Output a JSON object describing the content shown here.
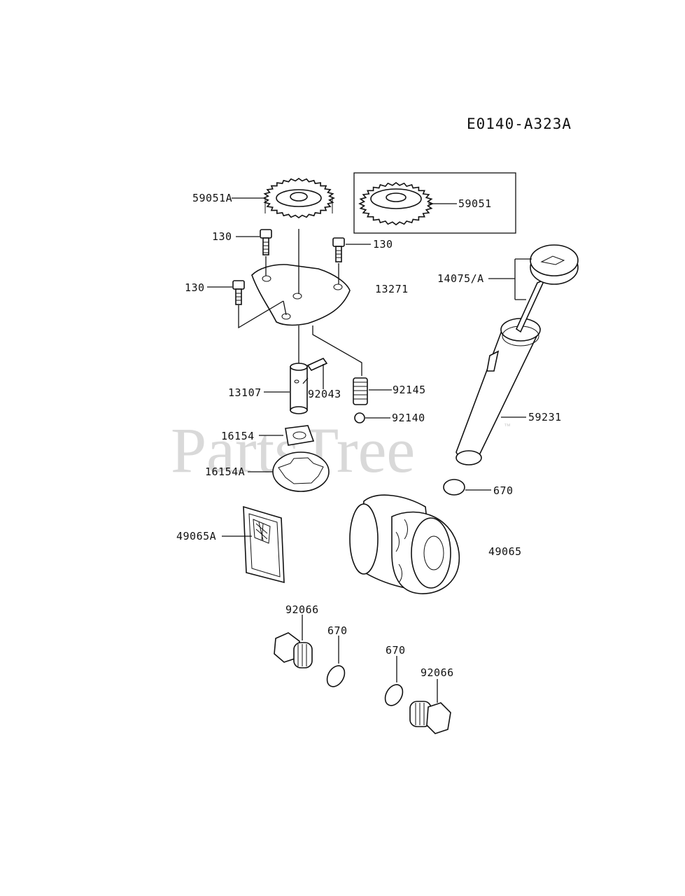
{
  "diagram_code": "E0140-A323A",
  "watermark": "PartsTree",
  "watermark_tm": "™",
  "parts": [
    {
      "id": "p59051a",
      "label": "59051A"
    },
    {
      "id": "p59051",
      "label": "59051"
    },
    {
      "id": "p130a",
      "label": "130"
    },
    {
      "id": "p130b",
      "label": "130"
    },
    {
      "id": "p130c",
      "label": "130"
    },
    {
      "id": "p13271",
      "label": "13271"
    },
    {
      "id": "p14075",
      "label": "14075/A"
    },
    {
      "id": "p13107",
      "label": "13107"
    },
    {
      "id": "p92043",
      "label": "92043"
    },
    {
      "id": "p92145",
      "label": "92145"
    },
    {
      "id": "p92140",
      "label": "92140"
    },
    {
      "id": "p16154",
      "label": "16154"
    },
    {
      "id": "p16154a",
      "label": "16154A"
    },
    {
      "id": "p59231",
      "label": "59231"
    },
    {
      "id": "p670a",
      "label": "670"
    },
    {
      "id": "p49065a",
      "label": "49065A"
    },
    {
      "id": "p49065",
      "label": "49065"
    },
    {
      "id": "p92066a",
      "label": "92066"
    },
    {
      "id": "p670b",
      "label": "670"
    },
    {
      "id": "p670c",
      "label": "670"
    },
    {
      "id": "p92066b",
      "label": "92066"
    }
  ]
}
